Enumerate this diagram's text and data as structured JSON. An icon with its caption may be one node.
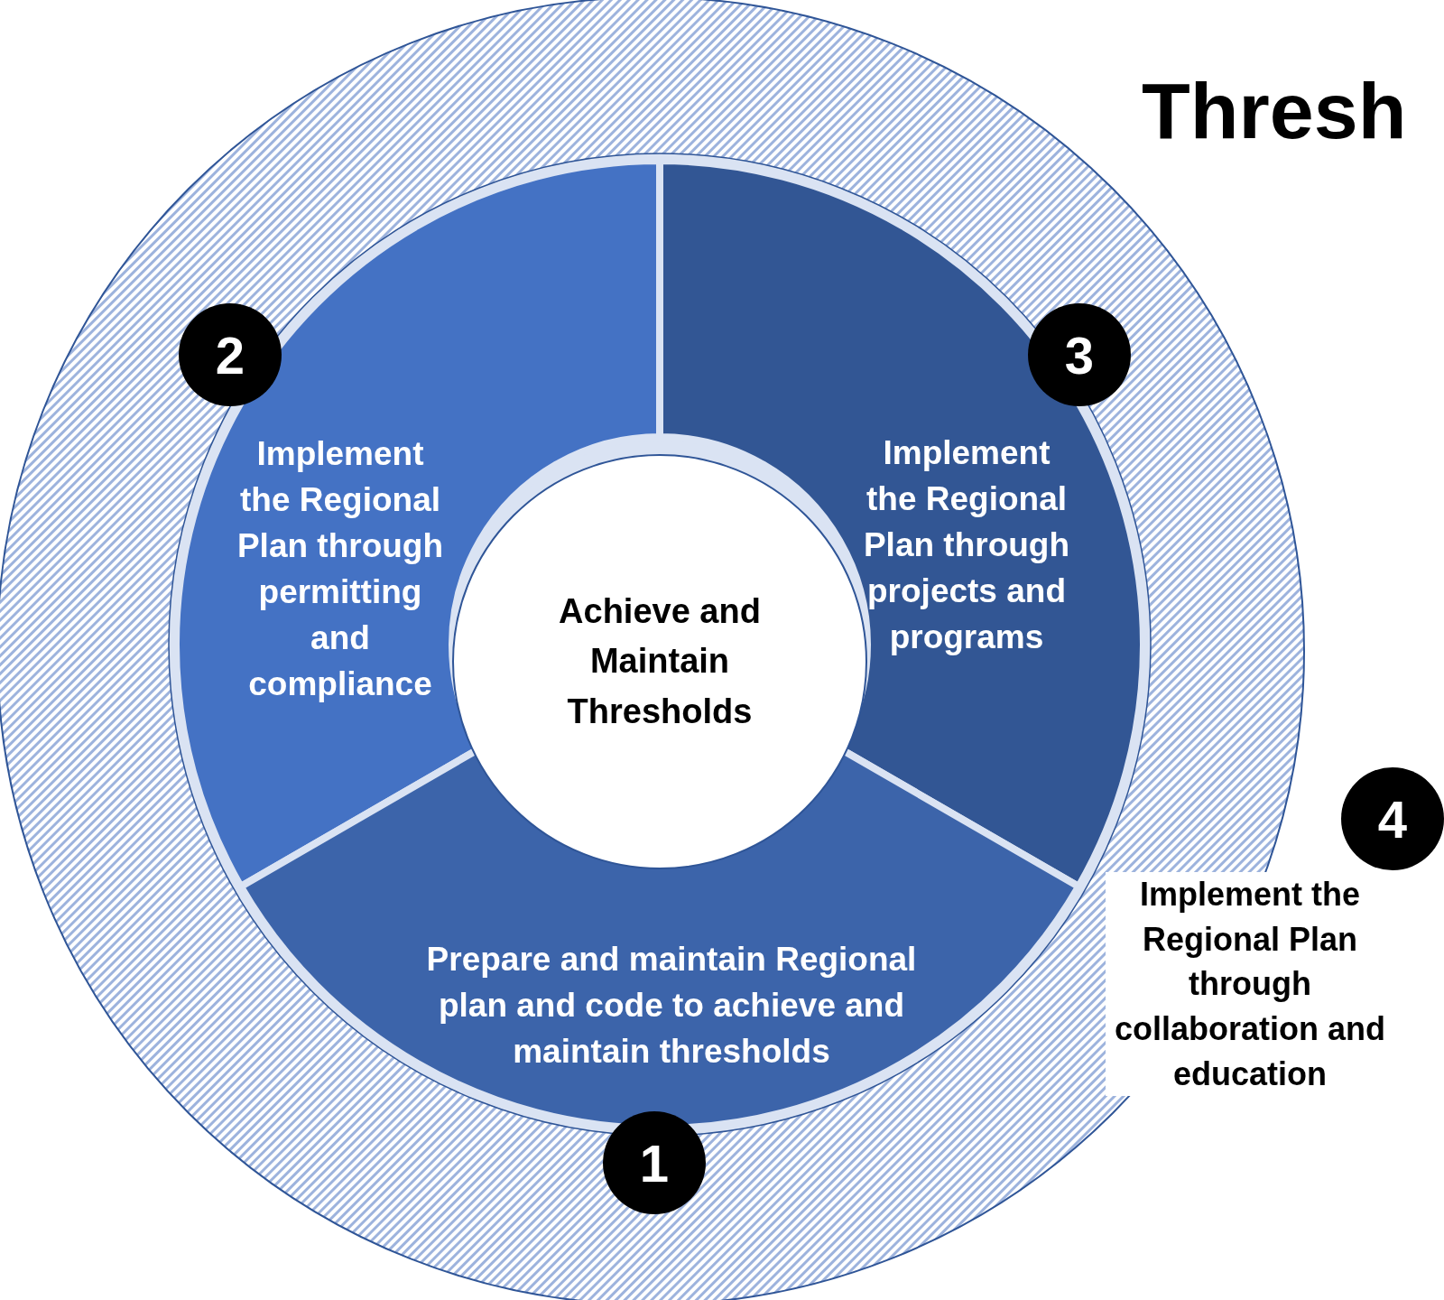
{
  "diagram": {
    "title": "Thresh",
    "nodes": [
      {
        "text": [],
        "shape": "circle"
      },
      {
        "text": [
          "Implement the Regional Plan through permitting and compliance"
        ],
        "in": 0
      },
      {
        "text": [
          "Implement the Regional Plan through projects and programs"
        ],
        "in": 0
      },
      {
        "text": [
          "Prepare and maintain Regional plan and code to achieve and maintain thresholds"
        ],
        "in": 0
      },
      {
        "text": [
          "Achieve and Maintain Thresholds"
        ],
        "in": 0
      },
      {
        "text": [
          "2"
        ],
        "in": 0
      },
      {
        "text": [
          "3"
        ],
        "in": 0
      },
      {
        "text": [
          "1"
        ],
        "in": 0
      },
      {
        "text": [
          "4"
        ],
        "beside": [
          "Implement the Regional Plan through collaboration and education"
        ]
      }
    ]
  }
}
